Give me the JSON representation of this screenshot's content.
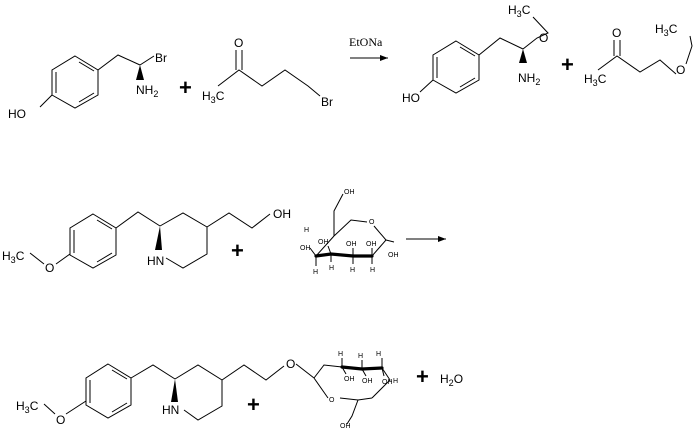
{
  "reaction1": {
    "reactant1": {
      "hydroxyl": "HO",
      "bromo": "Br",
      "amine_main": "NH",
      "amine_sub": "2"
    },
    "reactant2": {
      "oxo": "O",
      "methyl_main": "H",
      "methyl_sub": "3",
      "methyl_c": "C",
      "bromo": "Br"
    },
    "reagent": "EtONa",
    "product1": {
      "hydroxyl": "HO",
      "ether_o": "O",
      "methyl_main": "H",
      "methyl_sub": "3",
      "methyl_c": "C",
      "amine_main": "NH",
      "amine_sub": "2"
    },
    "product2": {
      "oxo": "O",
      "methyl1_main": "H",
      "methyl1_sub": "3",
      "methyl1_c": "C",
      "methyl2_main": "H",
      "methyl2_sub": "3",
      "methyl2_c": "C",
      "ether_o": "O"
    }
  },
  "reaction2": {
    "reactant1": {
      "methoxy_main": "H",
      "methoxy_sub": "3",
      "methoxy_c": "C",
      "methoxy_o": "O",
      "nh": "HN",
      "hydroxyl": "OH"
    },
    "sugar": {
      "ch2oh": "OH",
      "ring_o": "O",
      "oh": [
        "OH",
        "OH",
        "OH",
        "OH",
        "OH"
      ],
      "h": [
        "H",
        "H",
        "H",
        "H",
        "H"
      ]
    }
  },
  "product_row": {
    "amine": {
      "methoxy_main": "H",
      "methoxy_sub": "3",
      "methoxy_c": "C",
      "methoxy_o": "O",
      "nh": "HN",
      "ether_o": "O"
    },
    "sugar": {
      "ring_o": "O",
      "ch2oh": "OH",
      "oh": [
        "OH",
        "OH",
        "OH"
      ],
      "h": [
        "H",
        "H",
        "H",
        "H"
      ]
    },
    "water_main": "H",
    "water_sub": "2",
    "water_o": "O"
  },
  "plus": "+"
}
